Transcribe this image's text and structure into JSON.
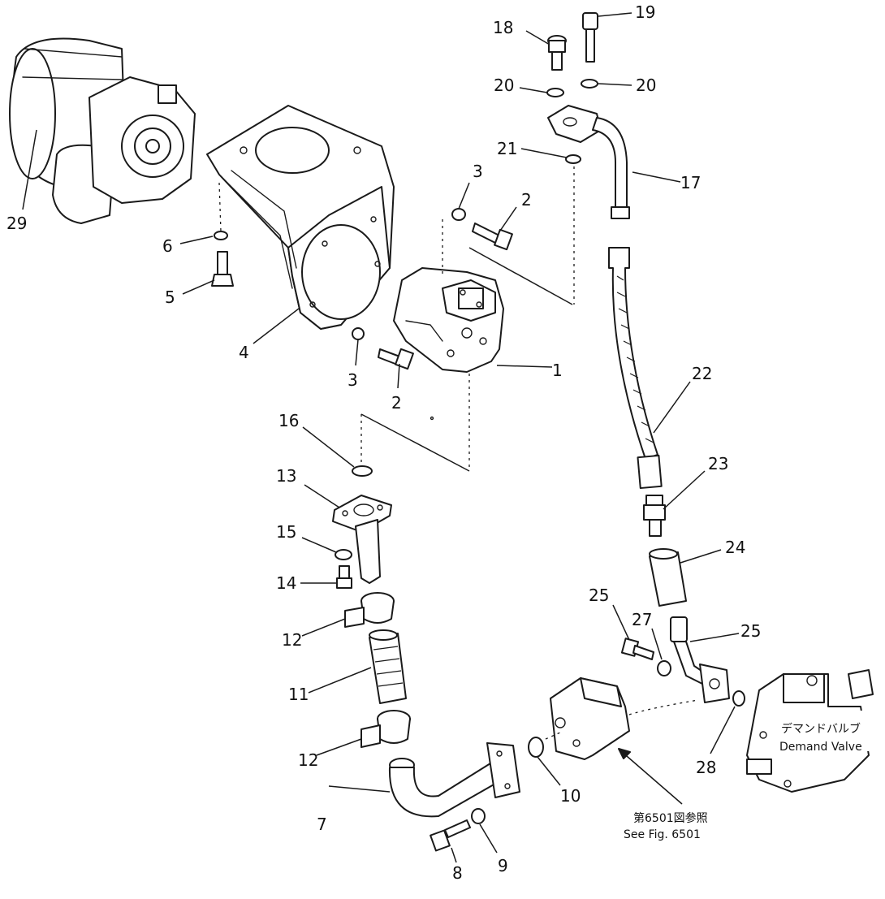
{
  "callouts": {
    "c1": "1",
    "c2a": "2",
    "c2b": "2",
    "c3a": "3",
    "c3b": "3",
    "c4": "4",
    "c5": "5",
    "c6": "6",
    "c7": "7",
    "c8": "8",
    "c9": "9",
    "c10": "10",
    "c11": "11",
    "c12a": "12",
    "c12b": "12",
    "c13": "13",
    "c14": "14",
    "c15": "15",
    "c16": "16",
    "c17": "17",
    "c18": "18",
    "c19": "19",
    "c20a": "20",
    "c20b": "20",
    "c21": "21",
    "c22": "22",
    "c23": "23",
    "c24": "24",
    "c25a": "25",
    "c25b": "25",
    "c27": "27",
    "c28": "28",
    "c29": "29"
  },
  "notes": {
    "see_fig_jp": "第6501図参照",
    "see_fig_en": "See Fig. 6501",
    "demand_valve_jp": "デマンドバルブ",
    "demand_valve_en": "Demand Valve"
  }
}
